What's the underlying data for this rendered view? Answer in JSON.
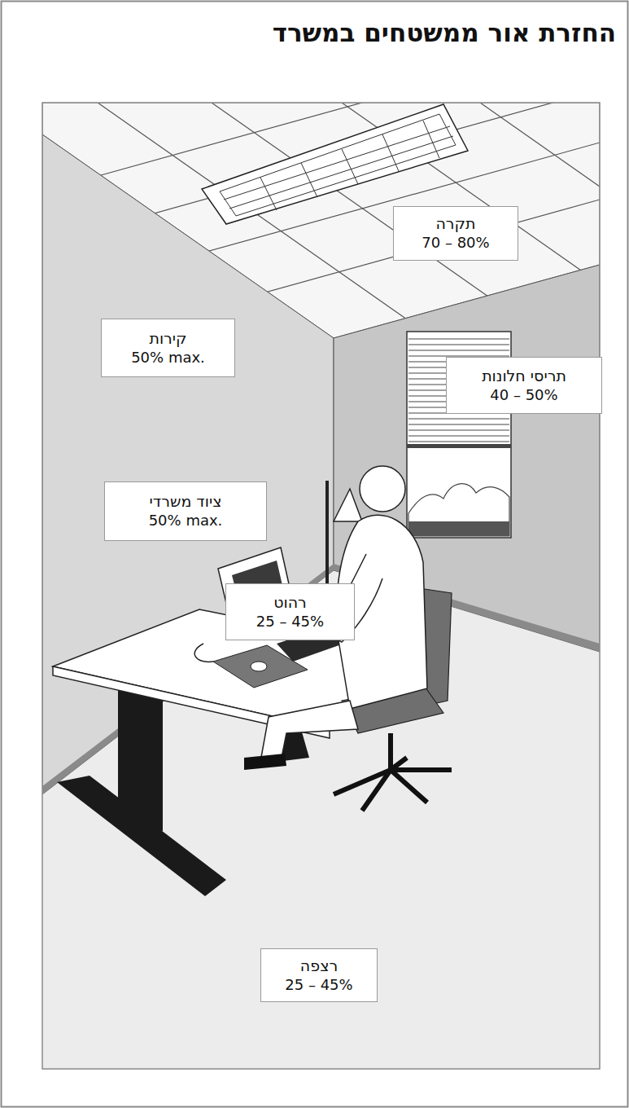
{
  "diagram": {
    "title": "החזרת אור ממשטחים במשרד",
    "nodes": [
      {
        "text": [
          "תקרה",
          "70 – 80%"
        ]
      },
      {
        "text": [
          "קירות",
          "50% max."
        ]
      },
      {
        "text": [
          "תריסי חלונות",
          "40 – 50%"
        ]
      },
      {
        "text": [
          "ציוד משרדי",
          "50% max."
        ]
      },
      {
        "text": [
          "רהוט",
          "25 – 45%"
        ]
      },
      {
        "text": [
          "רצפה",
          "25 – 45%"
        ]
      }
    ]
  }
}
